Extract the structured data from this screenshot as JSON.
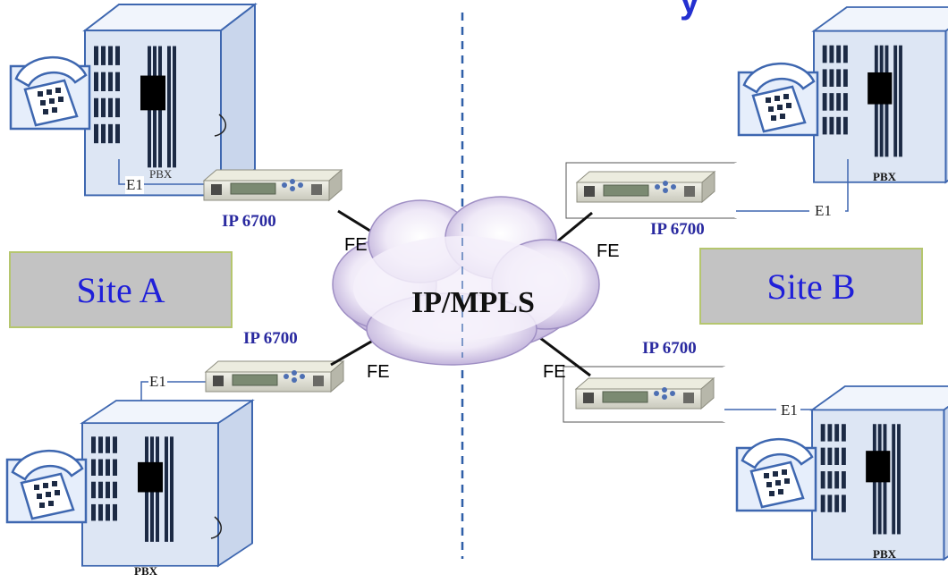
{
  "title_fragment": "y",
  "cloud": {
    "label": "IP/MPLS"
  },
  "sites": {
    "a": "Site A",
    "b": "Site B"
  },
  "devices": {
    "top_left": "IP 6700",
    "bottom_left": "IP 6700",
    "top_right": "IP 6700",
    "bottom_right": "IP 6700"
  },
  "links": {
    "fe_top_left": "FE",
    "fe_bottom_left": "FE",
    "fe_top_right": "FE",
    "fe_bottom_right": "FE",
    "e1_top_left": "E1",
    "e1_bottom_left": "E1",
    "e1_top_right": "E1",
    "e1_bottom_right": "E1"
  },
  "pbx": {
    "top_left": "PBX",
    "bottom_left": "PBX",
    "top_right": "PBX",
    "bottom_right": "PBX"
  },
  "colors": {
    "server_body": "#dde6f4",
    "server_outline": "#3e67b0",
    "cloud_fill": "#e7dff2",
    "site_fill": "#c3c3c3",
    "site_border": "#b5c66e",
    "device_label": "#2a2aa0",
    "divider": "#2f5fa8"
  }
}
